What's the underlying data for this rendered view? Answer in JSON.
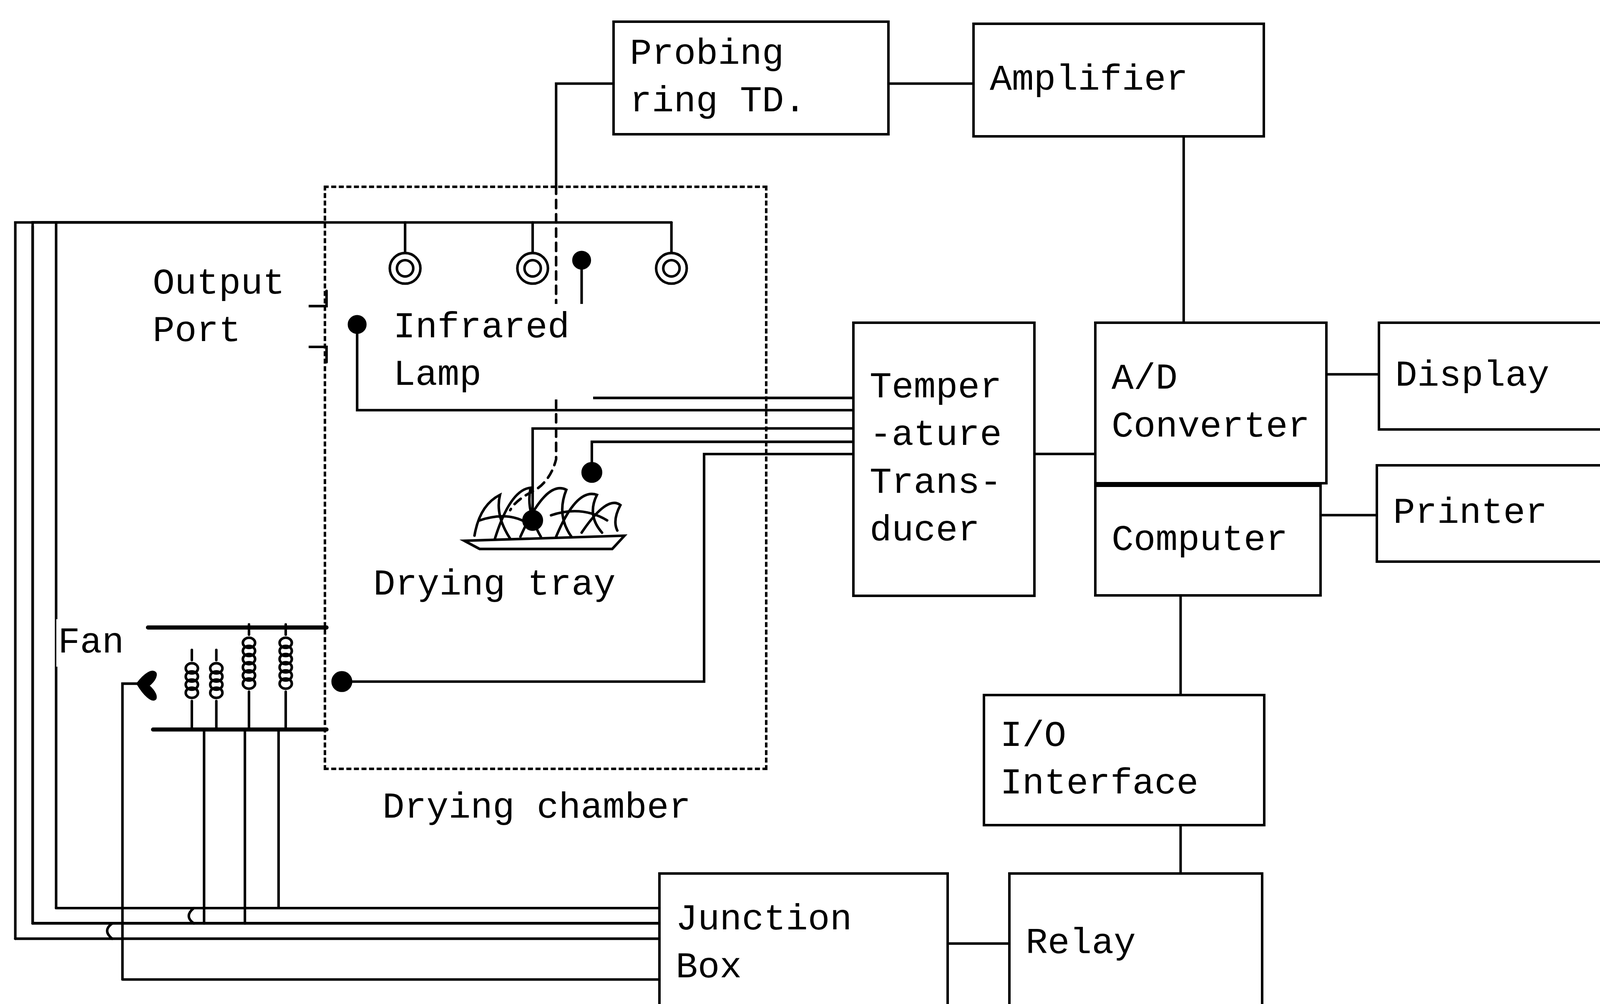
{
  "diagram": {
    "nodes": [
      {
        "text": [
          "Probing ring TD."
        ]
      },
      {
        "text": [
          "Amplifier"
        ]
      },
      {
        "text": [
          "Drying chamber"
        ]
      },
      {
        "text": [
          "Temper -ature Trans- ducer"
        ]
      },
      {
        "text": [
          "A/D Converter"
        ]
      },
      {
        "text": [
          "Computer"
        ]
      },
      {
        "text": [
          "Display"
        ]
      },
      {
        "text": [
          "Printer"
        ]
      },
      {
        "text": [
          "I/O Interface"
        ]
      },
      {
        "text": [
          "Relay"
        ]
      },
      {
        "text": [
          "Junction Box"
        ]
      }
    ],
    "edges": [
      {
        "from": 0,
        "to": 1,
        "arrow": "none"
      },
      {
        "from": 1,
        "to": 4,
        "arrow": "none"
      },
      {
        "from": 3,
        "to": 4,
        "arrow": "none"
      },
      {
        "from": 4,
        "to": 6,
        "arrow": "none"
      },
      {
        "from": 5,
        "to": 7,
        "arrow": "none"
      },
      {
        "from": 5,
        "to": 8,
        "arrow": "none"
      },
      {
        "from": 8,
        "to": 9,
        "arrow": "none"
      },
      {
        "from": 9,
        "to": 10,
        "arrow": "none"
      },
      {
        "from": 0,
        "to": 2,
        "arrow": "none"
      },
      {
        "from": 2,
        "to": 3,
        "arrow": "none"
      },
      {
        "from": 10,
        "to": 2,
        "arrow": "none"
      }
    ],
    "labels": [
      "Output Port",
      "Infrared Lamp",
      "Drying tray",
      "Fan"
    ]
  }
}
